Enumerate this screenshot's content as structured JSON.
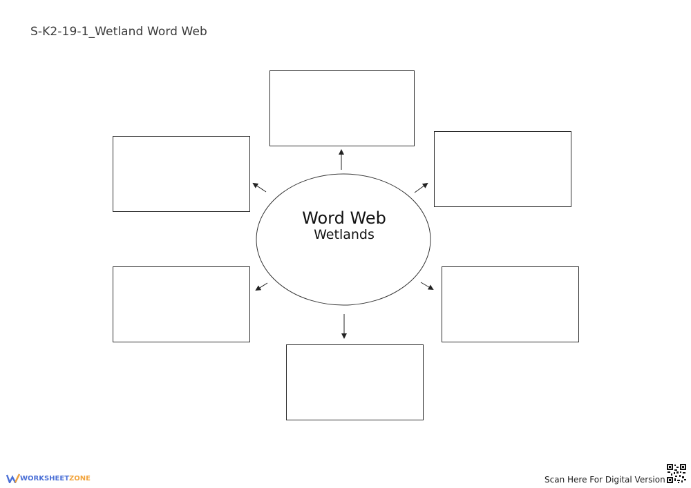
{
  "document": {
    "title": "S-K2-19-1_Wetland Word Web"
  },
  "word_web": {
    "center_title": "Word Web",
    "center_subtitle": "Wetlands",
    "boxes": [
      "",
      "",
      "",
      "",
      "",
      ""
    ]
  },
  "footer": {
    "logo_text_1": "WORKSHEET",
    "logo_text_2": "ZONE",
    "scan_text": "Scan Here For Digital Version"
  },
  "colors": {
    "logo_blue": "#4a6fd6",
    "logo_orange": "#f2a33a"
  }
}
